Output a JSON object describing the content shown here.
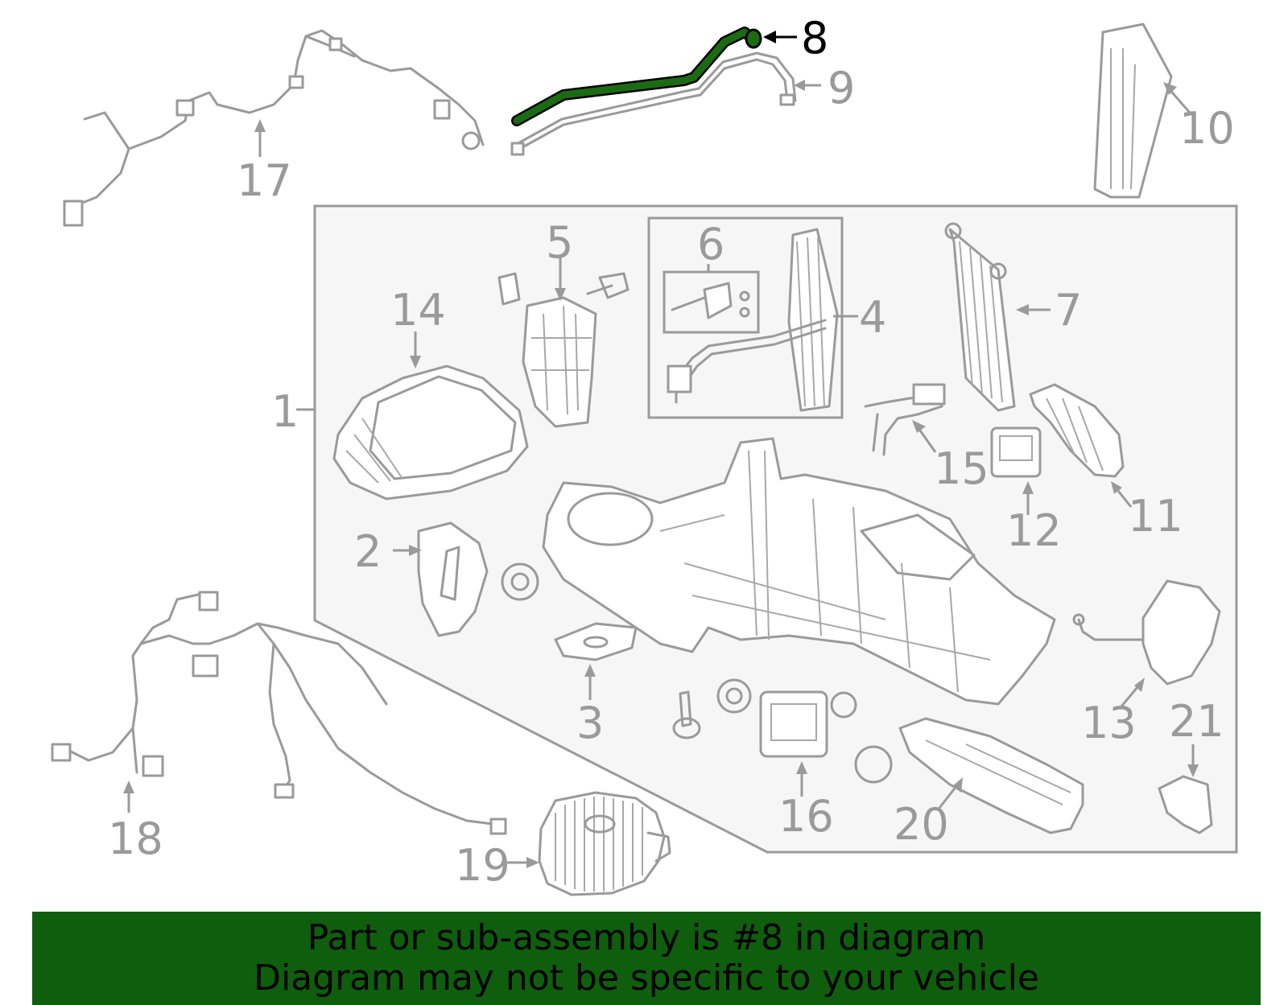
{
  "diagram": {
    "highlighted_part": "8",
    "highlight_color": "#1b6b12",
    "line_color": "#9a9a9a",
    "panel_fill": "#f6f6f6",
    "callouts": {
      "c1": "1",
      "c2": "2",
      "c3": "3",
      "c4": "4",
      "c5": "5",
      "c6": "6",
      "c7": "7",
      "c8": "8",
      "c9": "9",
      "c10": "10",
      "c11": "11",
      "c12": "12",
      "c13": "13",
      "c14": "14",
      "c15": "15",
      "c16": "16",
      "c17": "17",
      "c18": "18",
      "c19": "19",
      "c20": "20",
      "c21": "21"
    }
  },
  "banner": {
    "background": "#0f5e0d",
    "line1": "Part or sub-assembly is #8 in diagram",
    "line2": "Diagram may not be specific to your vehicle"
  }
}
